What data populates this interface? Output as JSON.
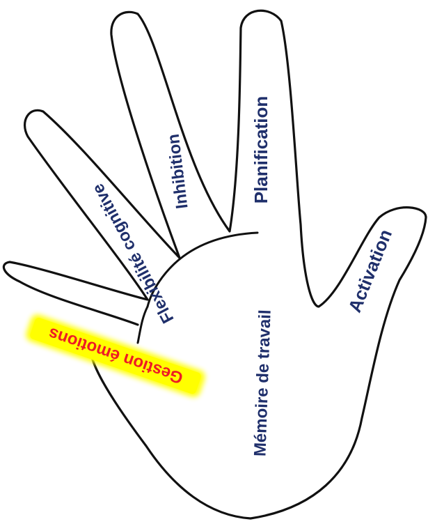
{
  "labels": {
    "gestion": "Gestion émotions",
    "flexibilite": "Flexibilité cognitive",
    "inhibition": "Inhibition",
    "planification": "Planification",
    "memoire": "Mémoire de travail",
    "activation": "Activation"
  },
  "colors": {
    "label_text": "#1f2f6b",
    "highlight_text": "#ee1c24",
    "highlight_fill": "#ffff00",
    "hand_outline": "#111111",
    "background": "#ffffff"
  }
}
